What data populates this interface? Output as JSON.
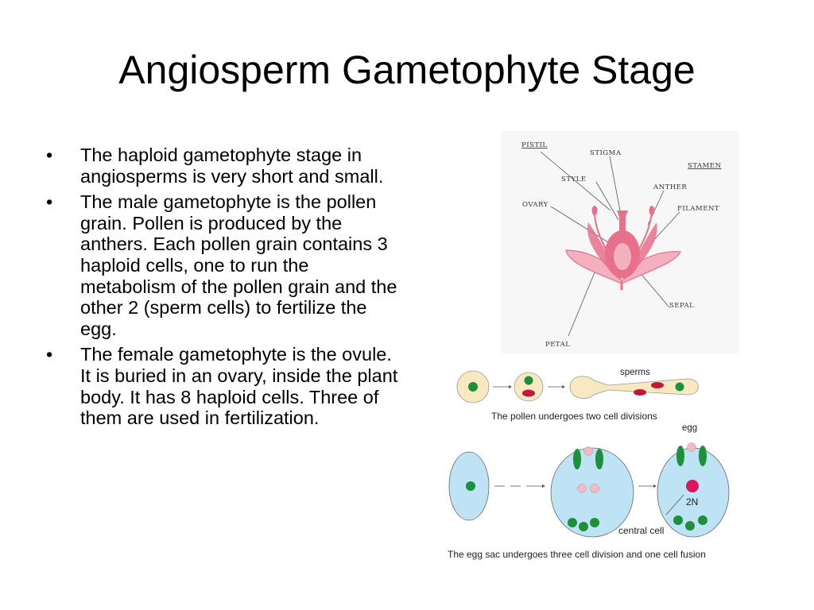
{
  "slide": {
    "title": "Angiosperm Gametophyte Stage",
    "bullets": [
      "The haploid gametophyte stage in angiosperms is very short and small.",
      "The male gametophyte is the pollen grain.  Pollen is produced by the anthers. Each pollen grain contains 3 haploid cells, one to run the metabolism of the pollen grain and the other 2 (sperm cells) to fertilize the egg.",
      "The female gametophyte is the ovule.  It is buried in an ovary, inside the plant body.  It has 8 haploid cells.  Three of them are used in fertilization."
    ]
  },
  "flower_diagram": {
    "labels": {
      "pistil": "PISTIL",
      "stigma": "STIGMA",
      "stamen": "STAMEN",
      "style": "STYLE",
      "anther": "ANTHER",
      "ovary": "OVARY",
      "filament": "FILAMENT",
      "sepal": "SEPAL",
      "petal": "PETAL"
    },
    "colors": {
      "flower": "#e8708a",
      "flower_light": "#f3b0bf"
    }
  },
  "pollen_diagram": {
    "sperms_label": "sperms",
    "caption": "The pollen undergoes two cell divisions",
    "colors": {
      "grain": "#f8e9c0",
      "nucleus": "#1e8f3a",
      "sperm": "#c2183c"
    }
  },
  "eggsac_diagram": {
    "egg_label": "egg",
    "two_n_label": "2N",
    "central_cell_label": "central cell",
    "caption": "The egg sac undergoes three cell division and one cell fusion",
    "colors": {
      "sac": "#bde3f4",
      "nucleus": "#1e8f3a",
      "polar": "#f4b8c6",
      "zygote": "#d6175c"
    }
  }
}
